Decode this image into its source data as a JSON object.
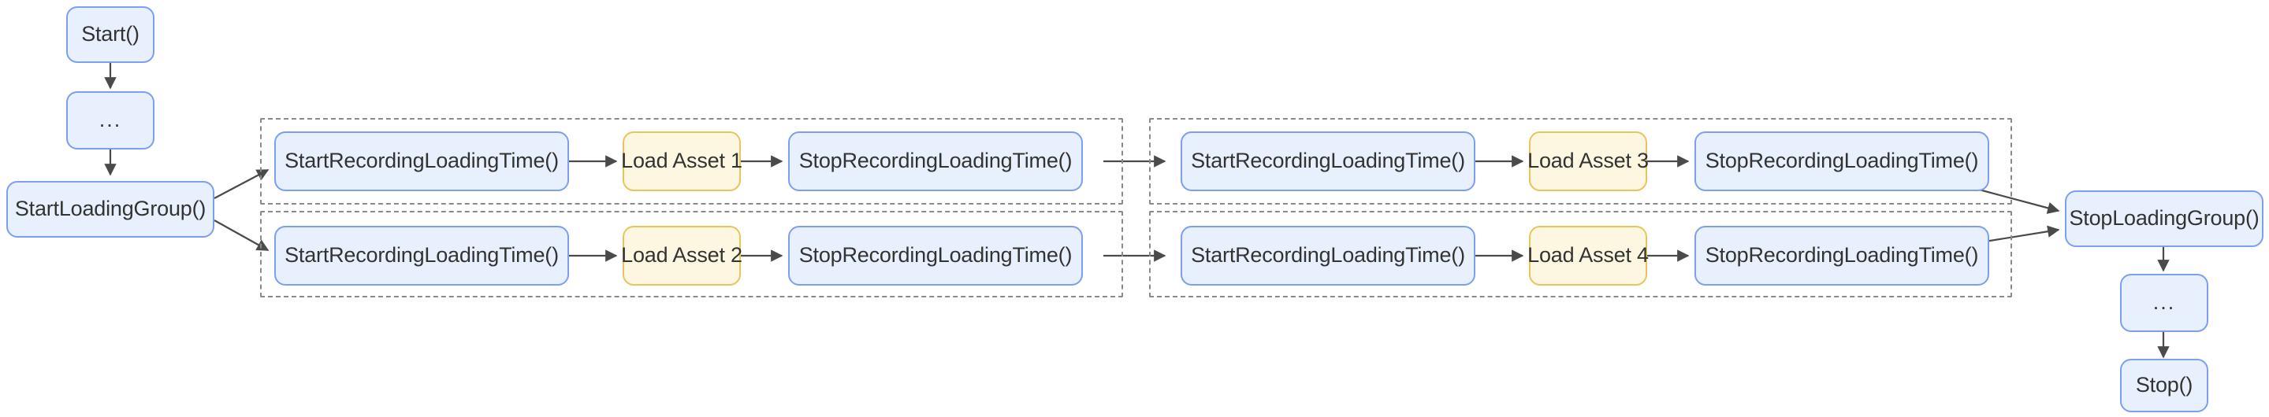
{
  "diagram": {
    "title": "Loading group instrumentation flow",
    "colors": {
      "node_fill_blue": "#e8effd",
      "node_border_blue": "#7c9ff0",
      "node_fill_yellow": "#fdf6e0",
      "node_border_yellow": "#e6c55b",
      "text": "#333333",
      "edge": "#333333",
      "subgraph_border": "#8a8a8a",
      "background": "#ffffff"
    },
    "nodes": {
      "start": "Start()",
      "ellipsis_before": "...",
      "start_loading_group": "StartLoadingGroup()",
      "stop_loading_group": "StopLoadingGroup()",
      "ellipsis_after": "...",
      "stop": "Stop()"
    },
    "chains": [
      {
        "id": "chain-1",
        "row": 1,
        "group": 1,
        "start_record": "StartRecordingLoadingTime()",
        "asset": "Load Asset 1",
        "stop_record": "StopRecordingLoadingTime()"
      },
      {
        "id": "chain-2",
        "row": 2,
        "group": 1,
        "start_record": "StartRecordingLoadingTime()",
        "asset": "Load Asset 2",
        "stop_record": "StopRecordingLoadingTime()"
      },
      {
        "id": "chain-3",
        "row": 1,
        "group": 2,
        "start_record": "StartRecordingLoadingTime()",
        "asset": "Load Asset 3",
        "stop_record": "StopRecordingLoadingTime()"
      },
      {
        "id": "chain-4",
        "row": 2,
        "group": 2,
        "start_record": "StartRecordingLoadingTime()",
        "asset": "Load Asset 4",
        "stop_record": "StopRecordingLoadingTime()"
      }
    ]
  }
}
